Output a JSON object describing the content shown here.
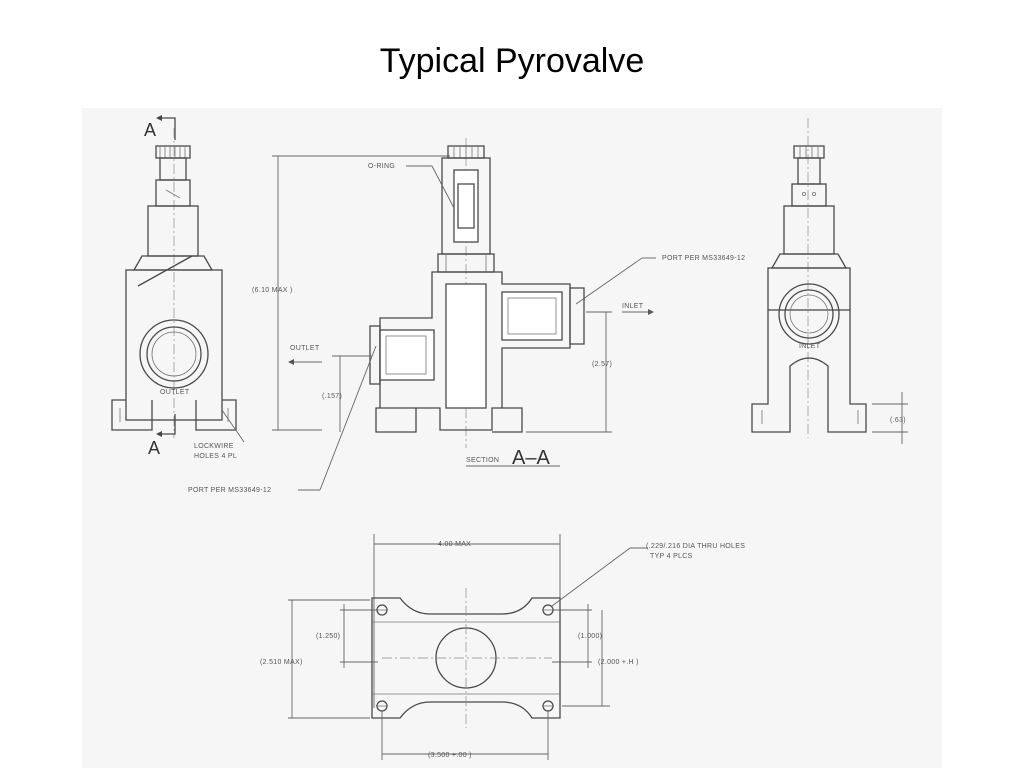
{
  "title": "Typical Pyrovalve",
  "drawing": {
    "labels": {
      "section_mark_top": "A",
      "section_mark_bottom": "A",
      "o_ring": "O-RING",
      "max_height": "(6.10 MAX )",
      "port_per_right": "PORT PER MS33649-12",
      "inlet": "INLET",
      "outlet": "OUTLET",
      "dim_157": "(.157)",
      "dim_257": "(2.57)",
      "lockwire": "LOCKWIRE",
      "holes_4pl": "HOLES 4 PL",
      "port_per_left": "PORT PER MS33649-12",
      "section_prefix": "SECTION",
      "section_id": "A–A",
      "outlet_small": "OUTLET",
      "inlet_small": "INLET",
      "dim_63": "(.63)",
      "width_max": "4.00 MAX",
      "thru_holes_1": "(.229/.216 DIA THRU HOLES",
      "thru_holes_2": "TYP 4 PLCS",
      "dim_1250": "(1.250)",
      "dim_1000": "(1.000)",
      "depth_max": "(2.510 MAX)",
      "dim_2000": "(2.000 +.H )",
      "dim_3500": "(3.500 +.00 )"
    }
  }
}
